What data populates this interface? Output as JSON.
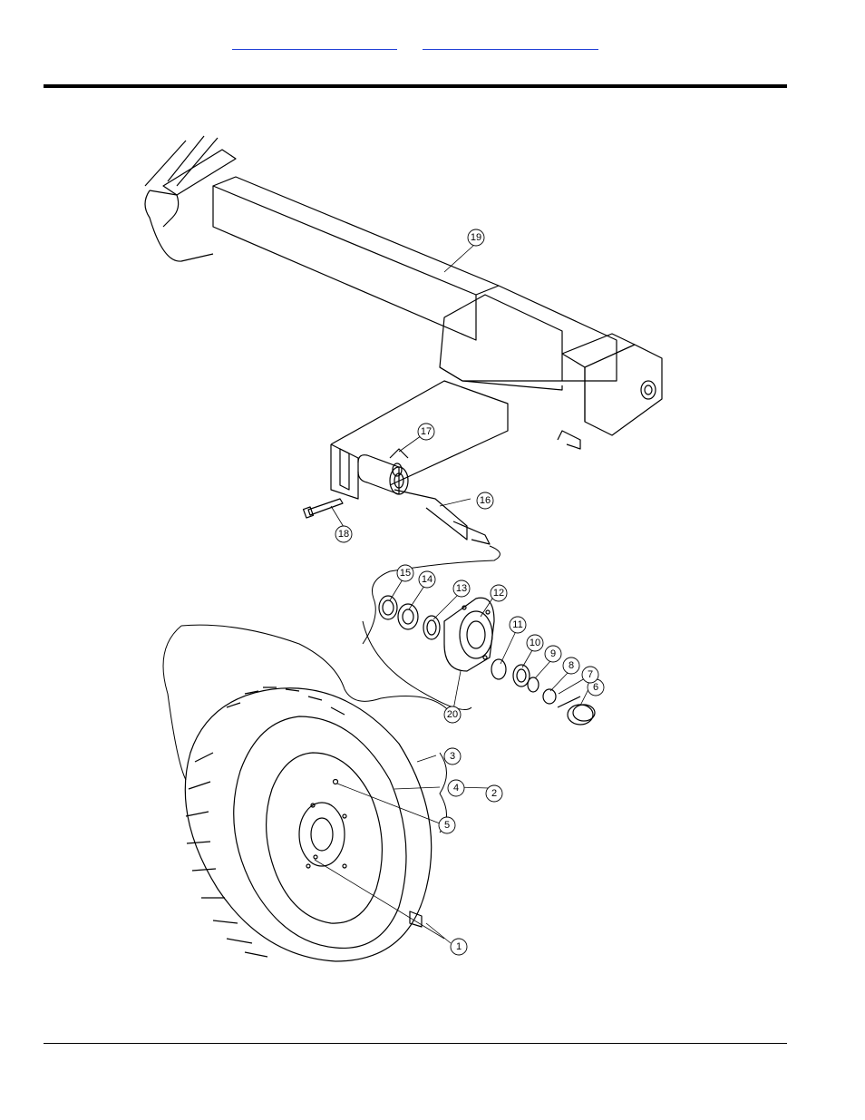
{
  "header": {
    "links": [
      "",
      ""
    ]
  },
  "diagram": {
    "callouts": [
      "1",
      "2",
      "3",
      "4",
      "5",
      "6",
      "7",
      "8",
      "9",
      "10",
      "11",
      "12",
      "13",
      "14",
      "15",
      "16",
      "17",
      "18",
      "19",
      "20"
    ]
  }
}
